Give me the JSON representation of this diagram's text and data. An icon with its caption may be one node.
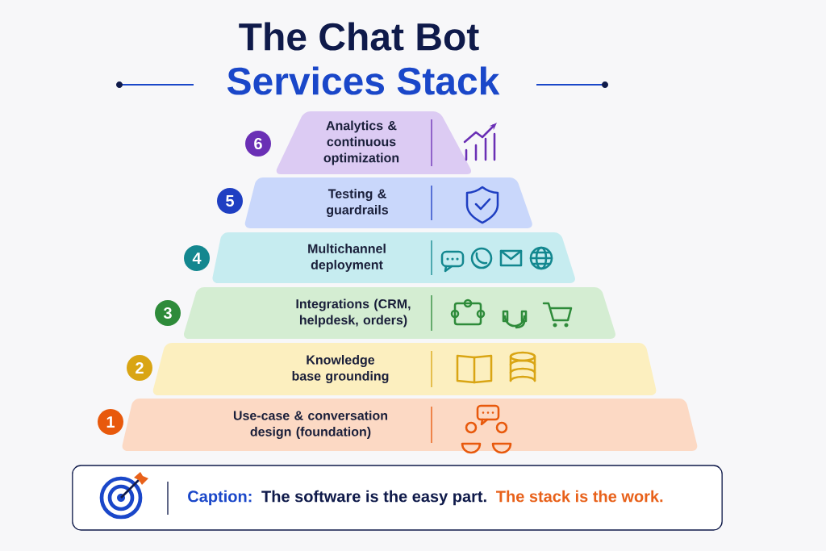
{
  "diagram": {
    "title": "The Chat Bot",
    "nodes": [
      {
        "text": [
          "Analytics & continuous optimization"
        ],
        "beside": [
          "6"
        ]
      },
      {
        "text": [
          "Testing & guardrails"
        ],
        "beside": [
          "5"
        ]
      },
      {
        "text": [
          "Multichannel deployment"
        ],
        "beside": [
          "4"
        ]
      },
      {
        "text": [
          "Integrations (CRM, helpdesk, orders)"
        ],
        "beside": [
          "3"
        ]
      },
      {
        "text": [
          "Knowledge base grounding"
        ],
        "beside": [
          "2"
        ]
      },
      {
        "text": [
          "Use-case & conversation design (foundation)"
        ],
        "beside": [
          "1"
        ]
      },
      {
        "text": [
          "Caption:",
          "The software is the easy part.",
          "The stack is the work."
        ]
      }
    ],
    "labels": [
      "Services Stack"
    ]
  }
}
